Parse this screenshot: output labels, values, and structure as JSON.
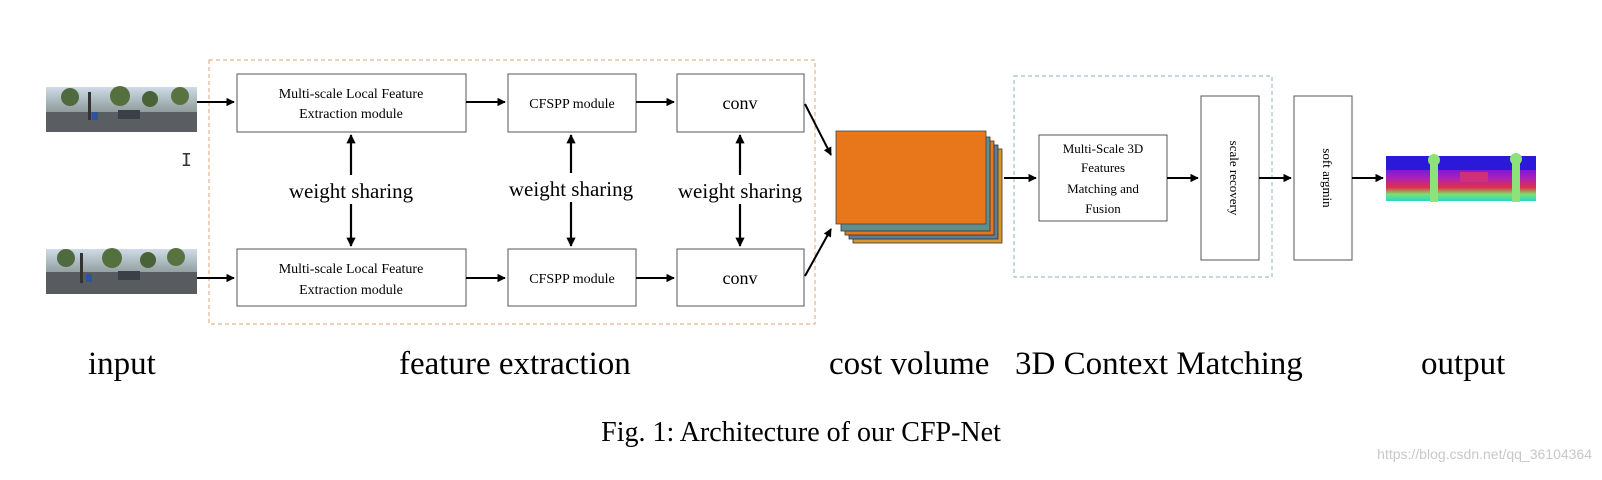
{
  "diagram": {
    "modules": {
      "mlfe_line1": "Multi-scale Local Feature",
      "mlfe_line2": "Extraction module",
      "cfspp": "CFSPP module",
      "conv": "conv",
      "weight_sharing": "weight sharing",
      "ms3d_lines": [
        "Multi-Scale 3D",
        "Features",
        "Matching and",
        "Fusion"
      ],
      "scale_recovery": "scale recovery",
      "soft_argmin": "soft argmin"
    },
    "stages": {
      "input": "input",
      "feature_extraction": "feature extraction",
      "cost_volume": "cost volume",
      "context_matching": "3D Context Matching",
      "output": "output"
    },
    "caption": "Fig. 1: Architecture of our CFP-Net"
  },
  "watermark": "https://blog.csdn.net/qq_36104364",
  "colors": {
    "cost_volume_front": "#e8761a",
    "cost_volume_layers": [
      "#5d8f8c",
      "#e8761a",
      "#5f7d96",
      "#d9962d"
    ],
    "group_border_feature": "#e0a070",
    "group_border_context": "#88b0c4"
  }
}
